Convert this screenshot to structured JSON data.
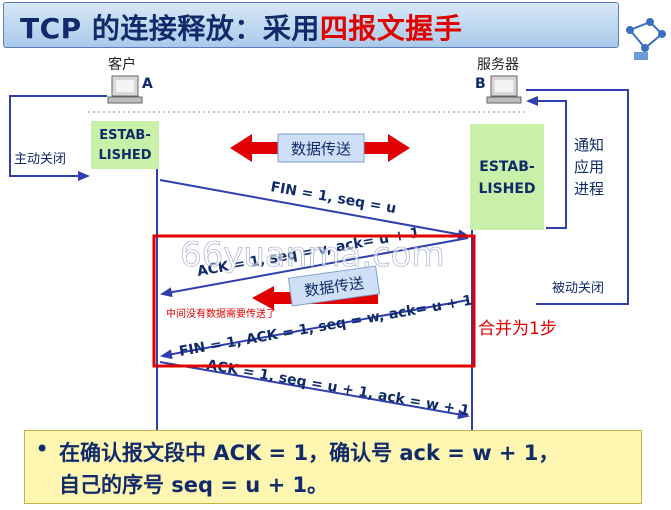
{
  "title": {
    "main": "TCP 的连接释放：采用",
    "highlight": "四报文握手"
  },
  "client": {
    "name": "客户",
    "id": "A",
    "state": [
      "ESTAB-",
      "LISHED"
    ]
  },
  "server": {
    "name": "服务器",
    "id": "B",
    "state": [
      "ESTAB-",
      "LISHED"
    ]
  },
  "labels": {
    "active_close": "主动关闭",
    "passive_close": "被动关闭",
    "notify_app": [
      "通知",
      "应用",
      "进程"
    ],
    "data_transfer": "数据传送",
    "data_transfer_2": "数据传送",
    "no_data_note": "中间没有数据需要传送了",
    "merge_note": "合并为1步",
    "watermark": "66yuanma.com"
  },
  "messages": {
    "fin1": "FIN = 1, seq = u",
    "ack1": "ACK = 1, seq = v, ack= u + 1",
    "fin2": "FIN = 1, ACK = 1, seq = w, ack= u + 1",
    "ack2": "ACK = 1, seq = u + 1, ack = w + 1"
  },
  "note": {
    "line1": "在确认报文段中 ACK = 1，确认号 ack = w + 1，",
    "line2": "自己的序号 seq = u + 1。"
  },
  "colors": {
    "line": "#2f3fae",
    "red": "#e00000",
    "state_box": "#c8f0a8",
    "blue_box": "#cfe0f6",
    "note_bg": "#fff6b2"
  }
}
